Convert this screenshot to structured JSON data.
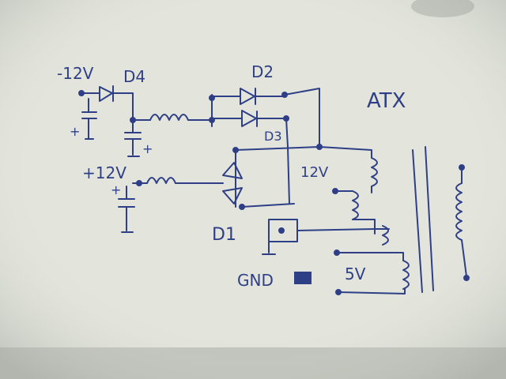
{
  "labels": {
    "neg12v": "-12V",
    "d4": "D4",
    "d2": "D2",
    "d3": "D3",
    "pos12v": "+12V",
    "atx": "ATX",
    "tap12v": "12V",
    "d1": "D1",
    "gnd": "GND",
    "tap5v": "5V"
  },
  "colors": {
    "ink": "#2f3f86",
    "paper": "#e2e4dc"
  }
}
